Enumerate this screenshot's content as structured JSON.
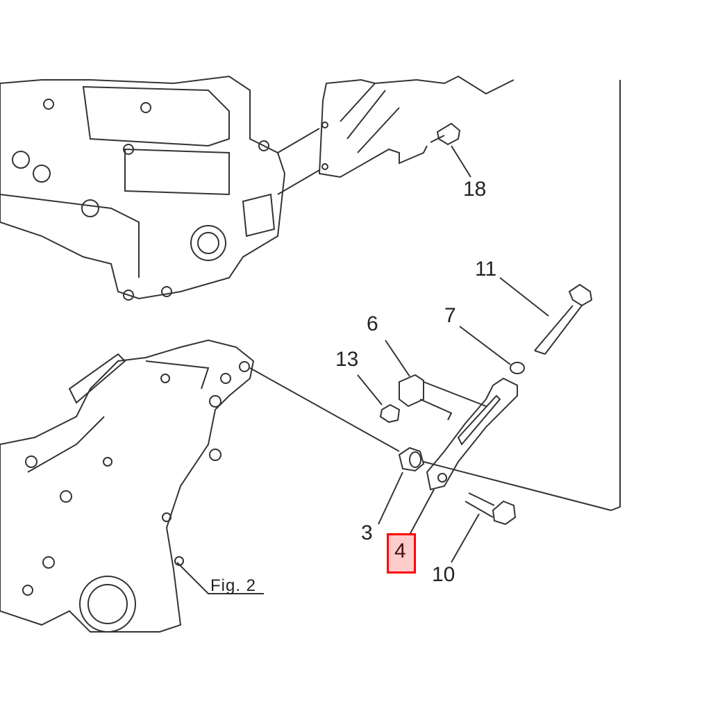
{
  "callouts": {
    "p18": "18",
    "p11": "11",
    "p7": "7",
    "p6": "6",
    "p13": "13",
    "p3": "3",
    "p4": "4",
    "p10": "10"
  },
  "figure_ref": "Fig. 2",
  "highlight": {
    "part": "4",
    "border_color": "#ff0000",
    "fill_color": "#ffcccc"
  }
}
